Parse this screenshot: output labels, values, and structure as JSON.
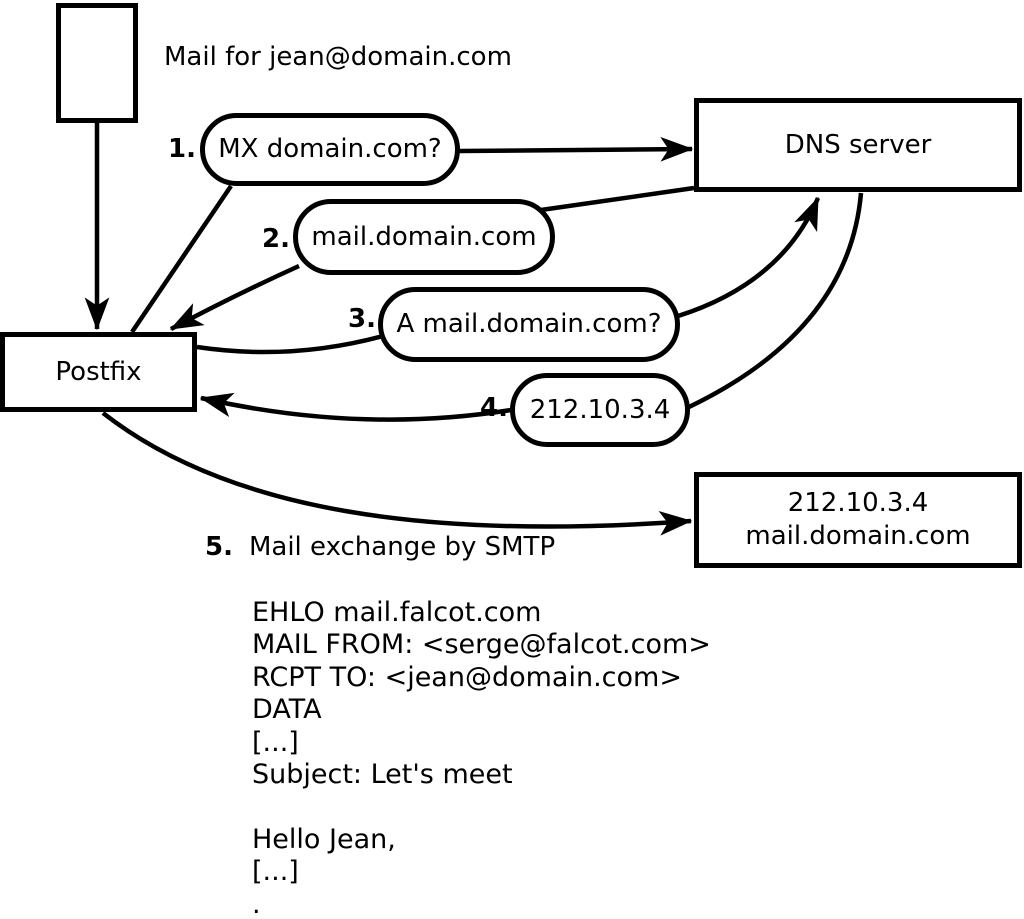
{
  "diagram": {
    "intro_label": "Mail for jean@domain.com",
    "nodes": {
      "postfix": "Postfix",
      "dns_server": "DNS server",
      "destination": {
        "line1": "212.10.3.4",
        "line2": "mail.domain.com"
      }
    },
    "steps": [
      {
        "num": "1.",
        "label": "MX domain.com?"
      },
      {
        "num": "2.",
        "label": "mail.domain.com"
      },
      {
        "num": "3.",
        "label": "A mail.domain.com?"
      },
      {
        "num": "4.",
        "label": "212.10.3.4"
      },
      {
        "num": "5.",
        "label": "Mail exchange by SMTP"
      }
    ],
    "smtp_session": "EHLO mail.falcot.com\nMAIL FROM: <serge@falcot.com>\nRCPT TO: <jean@domain.com>\nDATA\n[...]\nSubject: Let's meet\n\nHello Jean,\n[...]\n.",
    "colors": {
      "line": "#000000",
      "background": "#ffffff"
    }
  }
}
